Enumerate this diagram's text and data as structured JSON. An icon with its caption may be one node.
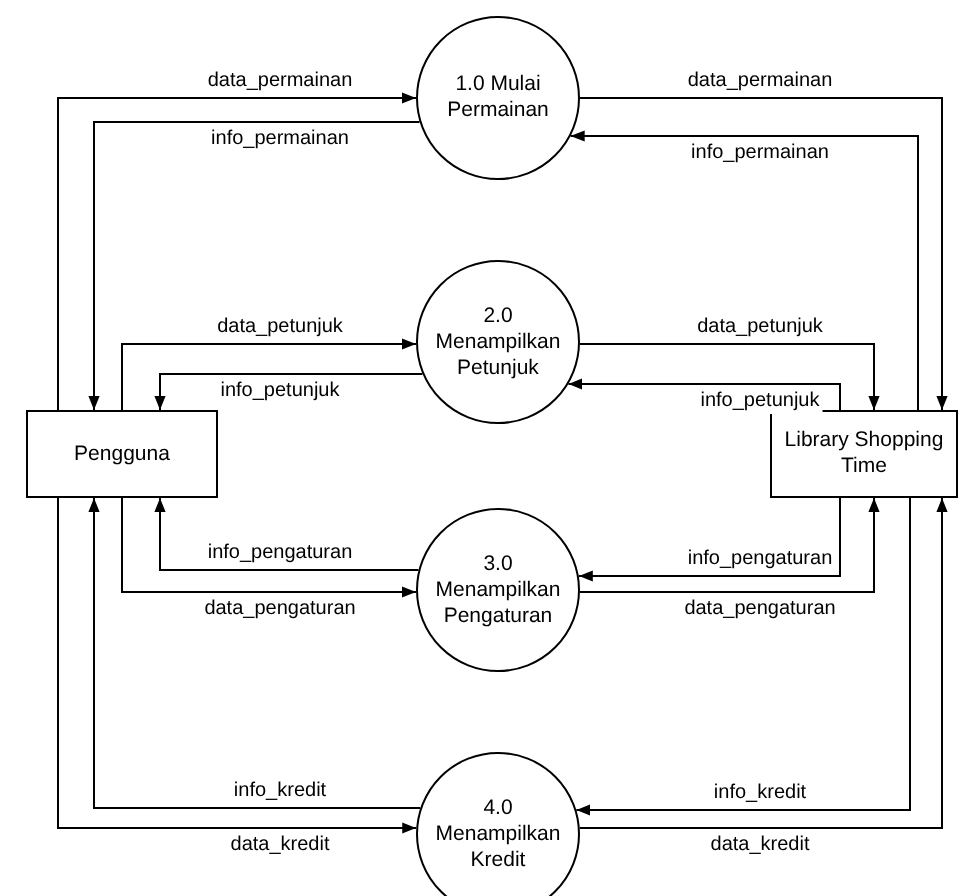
{
  "diagram": {
    "nodes": [
      {
        "text": [
          "1.0 Mulai Permainan"
        ]
      },
      {
        "text": [
          "2.0 Menampilkan Petunjuk"
        ]
      },
      {
        "text": [
          "Pengguna"
        ]
      },
      {
        "text": [
          "Library Shopping Time"
        ]
      },
      {
        "text": [
          "3.0 Menampilkan Pengaturan"
        ]
      },
      {
        "text": [
          "4.0 Menampilkan Kredit"
        ]
      }
    ],
    "edges": [
      {
        "from": 2,
        "to": 0,
        "arrow": "to",
        "label": "data_permainan"
      },
      {
        "from": 0,
        "to": 2,
        "arrow": "to",
        "label": "info_permainan"
      },
      {
        "from": 0,
        "to": 3,
        "arrow": "to",
        "label": "data_permainan"
      },
      {
        "from": 3,
        "to": 0,
        "arrow": "to",
        "label": "info_permainan"
      },
      {
        "from": 2,
        "to": 1,
        "arrow": "to",
        "label": "data_petunjuk"
      },
      {
        "from": 1,
        "to": 2,
        "arrow": "to",
        "label": "info_petunjuk"
      },
      {
        "from": 1,
        "to": 3,
        "arrow": "to",
        "label": "data_petunjuk"
      },
      {
        "from": 3,
        "to": 1,
        "arrow": "to",
        "label": "info_petunjuk"
      },
      {
        "from": 4,
        "to": 2,
        "arrow": "to",
        "label": "info_pengaturan"
      },
      {
        "from": 2,
        "to": 4,
        "arrow": "to",
        "label": "data_pengaturan"
      },
      {
        "from": 3,
        "to": 4,
        "arrow": "to",
        "label": "info_pengaturan"
      },
      {
        "from": 4,
        "to": 3,
        "arrow": "to",
        "label": "data_pengaturan"
      },
      {
        "from": 5,
        "to": 2,
        "arrow": "to",
        "label": "info_kredit"
      },
      {
        "from": 2,
        "to": 5,
        "arrow": "to",
        "label": "data_kredit"
      },
      {
        "from": 3,
        "to": 5,
        "arrow": "to",
        "label": "info_kredit"
      },
      {
        "from": 5,
        "to": 3,
        "arrow": "to",
        "label": "data_kredit"
      }
    ]
  }
}
